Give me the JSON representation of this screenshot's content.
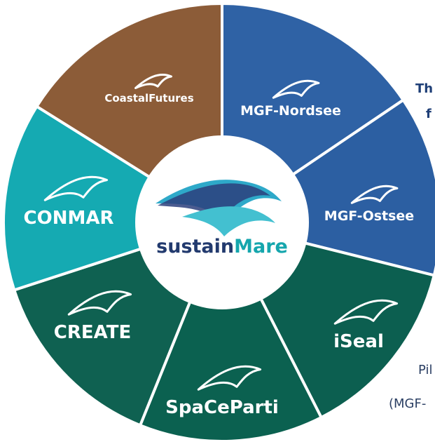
{
  "center": {
    "word_part1": "sustain",
    "word_part2": "Mare",
    "color_part1": "#223a6e",
    "color_part2": "#15a6ad"
  },
  "segments": [
    {
      "label": "MGF-Nordsee",
      "color": "#2f62a5"
    },
    {
      "label": "MGF-Ostsee",
      "color": "#2c5fa2"
    },
    {
      "label": "iSeal",
      "color": "#0c5f50"
    },
    {
      "label": "SpaCeParti",
      "color": "#0b6150"
    },
    {
      "label": "CREATE",
      "color": "#0f6151"
    },
    {
      "label": "CONMAR",
      "color": "#15aab2"
    },
    {
      "label": "CoastalFutures",
      "color": "#8c5c38"
    }
  ],
  "side_text": {
    "line1": "Th",
    "line2": "f",
    "note1": "Pil",
    "note2": "(MGF-"
  }
}
